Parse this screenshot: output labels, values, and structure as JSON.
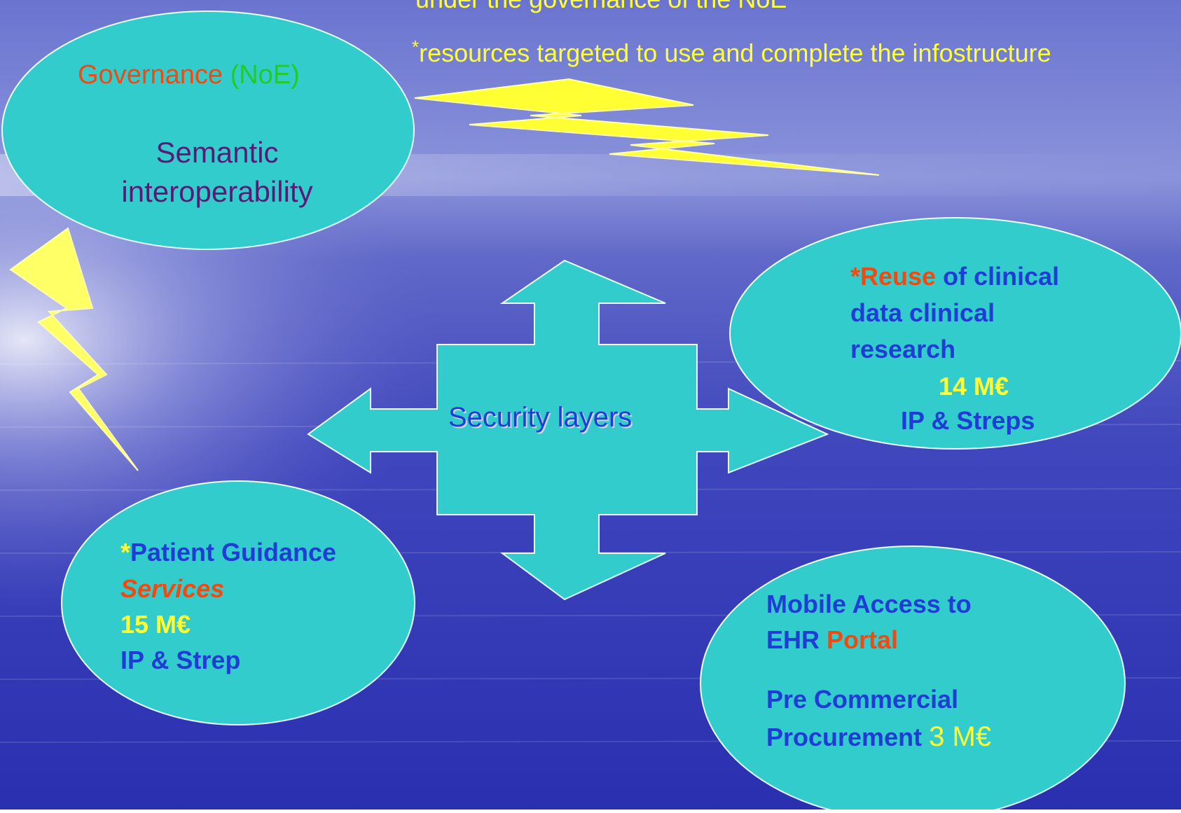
{
  "header": {
    "line1": "under the governance of the NoE",
    "line2_star": "*",
    "line2": "resources targeted to use and complete the infostructure"
  },
  "governance": {
    "title_a": "Governance",
    "title_b": "(NoE)",
    "line1": "Semantic",
    "line2": "interoperability"
  },
  "center": {
    "label": "Security layers"
  },
  "reuse": {
    "star": "*",
    "title_a": "Reuse",
    "title_b": "of clinical",
    "line2": "data clinical",
    "line3": "research",
    "amount": "14 M€",
    "type": "IP & Streps"
  },
  "patient": {
    "star": "*",
    "title": "Patient Guidance",
    "services": "Services",
    "amount": "15 M€",
    "type": "IP & Strep"
  },
  "mobile": {
    "line1": "Mobile Access to",
    "line2_a": "EHR",
    "line2_b": "Portal",
    "line3": "Pre Commercial",
    "line4": "Procurement",
    "amount": "3 M€"
  },
  "colors": {
    "ellipse_fill": "#33cccc",
    "lightning": "#ffff33",
    "sky_top": "#5a62c4",
    "sea": "#3a3fb8",
    "text_blue": "#1f3dd6",
    "text_orange": "#f04a10",
    "text_green": "#22cc22",
    "text_purple": "#5a1a78"
  }
}
